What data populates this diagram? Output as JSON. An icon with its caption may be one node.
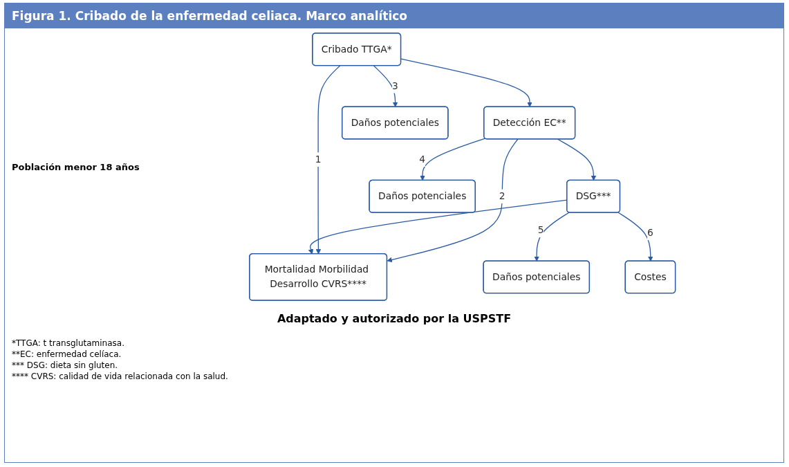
{
  "diagram": {
    "title": "Figura 1. Cribado de la enfermedad celiaca. Marco analítico",
    "caption": "Adaptado y autorizado por la USPSTF",
    "nodes": [
      {
        "text": [
          "Cribado TTGA*"
        ]
      },
      {
        "text": [
          "Detección EC**"
        ]
      },
      {
        "text": [
          "DSG***"
        ]
      },
      {
        "text": [
          "Mortalidad Morbilidad Desarrollo CVRS****"
        ]
      },
      {
        "text": [
          "Daños potenciales"
        ]
      },
      {
        "text": [
          "Daños potenciales"
        ]
      },
      {
        "text": [
          "Daños potenciales"
        ]
      },
      {
        "text": [
          "Costes"
        ]
      }
    ],
    "edges": [
      {
        "from": 0,
        "to": 1,
        "arrow": "to"
      },
      {
        "from": 1,
        "to": 2,
        "arrow": "to"
      },
      {
        "from": 2,
        "to": 3,
        "arrow": "to"
      },
      {
        "from": 0,
        "to": 3,
        "arrow": "to",
        "label": "1"
      },
      {
        "from": 1,
        "to": 3,
        "arrow": "to",
        "label": "2"
      },
      {
        "from": 0,
        "to": 4,
        "arrow": "to",
        "label": "3"
      },
      {
        "from": 1,
        "to": 5,
        "arrow": "to",
        "label": "4"
      },
      {
        "from": 2,
        "to": 6,
        "arrow": "to",
        "label": "5"
      },
      {
        "from": 2,
        "to": 7,
        "arrow": "to",
        "label": "6"
      }
    ],
    "labels": [
      "Población menor 18 años",
      "*TTGA: t transglutaminasa.",
      "**EC: enfermedad celíaca.",
      "*** DSG: dieta sin gluten.",
      "**** CVRS: calidad de vida relacionada con la salud."
    ]
  }
}
